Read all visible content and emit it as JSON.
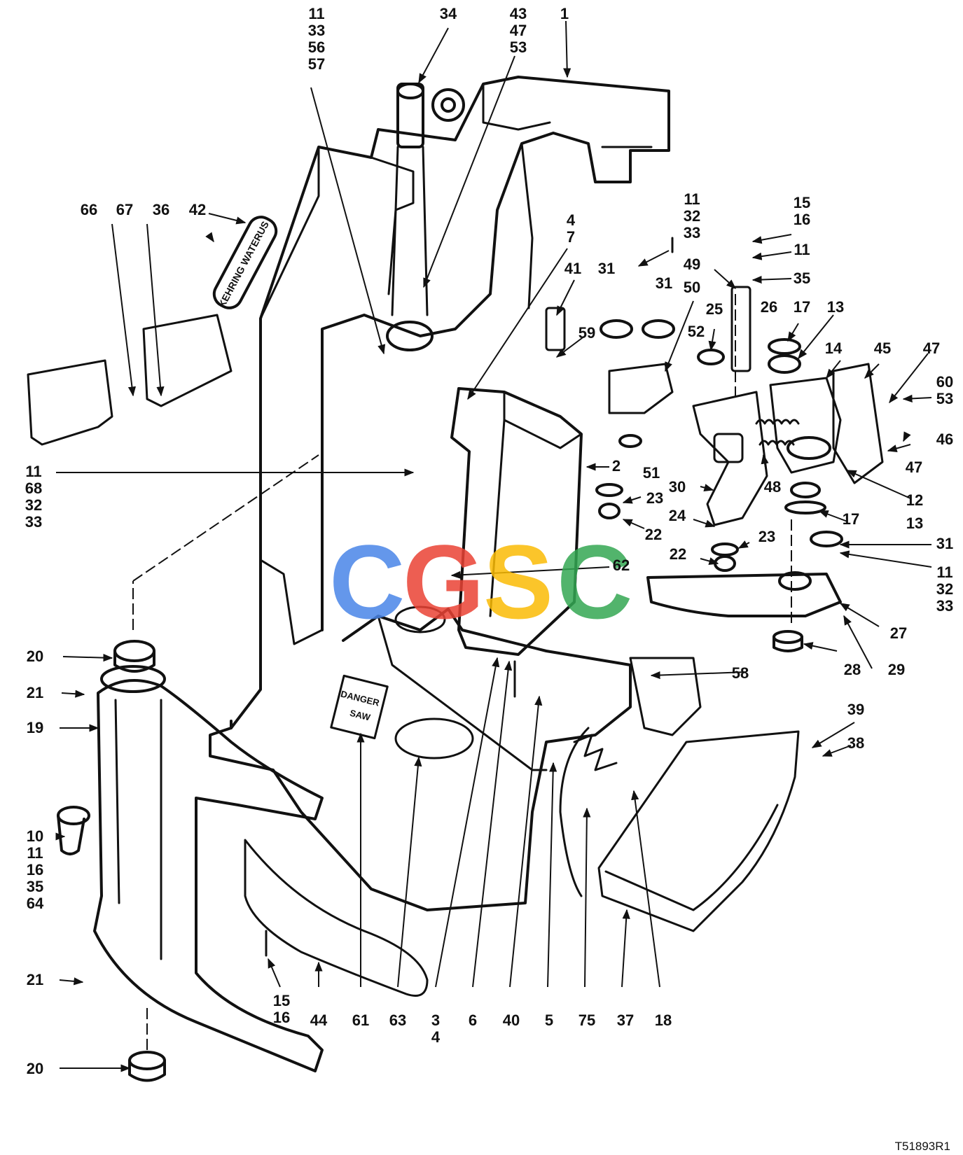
{
  "figure_ref": "T51893R1",
  "watermark": {
    "letters": [
      "C",
      "G",
      "S",
      "C"
    ],
    "colors": [
      "#4a86e8",
      "#ea4335",
      "#fbbc05",
      "#34a853"
    ]
  },
  "decals": {
    "nameplate": "KEHRING WATERUS",
    "danger_line1": "DANGER",
    "danger_line2": "SAW"
  },
  "callouts": {
    "c_top_a": [
      "11",
      "33",
      "56",
      "57"
    ],
    "c_top_b": [
      "34"
    ],
    "c_top_c": [
      "43",
      "47",
      "53"
    ],
    "c_top_d": [
      "1"
    ],
    "c_plate": [
      "66",
      "67",
      "36",
      "42"
    ],
    "c_47": [
      "4",
      "7"
    ],
    "c_41": [
      "41"
    ],
    "c_59": [
      "59"
    ],
    "c_left_a": [
      "11",
      "68",
      "32",
      "33"
    ],
    "c_2": [
      "2"
    ],
    "c_mid_a": [
      "11",
      "32",
      "33"
    ],
    "c_31a": [
      "31"
    ],
    "c_31b": [
      "31"
    ],
    "c_49": [
      "49"
    ],
    "c_50": [
      "50"
    ],
    "c_1516": [
      "15",
      "16"
    ],
    "c_11a": [
      "11"
    ],
    "c_35a": [
      "35"
    ],
    "c_52": [
      "52"
    ],
    "c_25": [
      "25"
    ],
    "c_26": [
      "26"
    ],
    "c_17a": [
      "17"
    ],
    "c_13a": [
      "13"
    ],
    "c_14": [
      "14"
    ],
    "c_45": [
      "45"
    ],
    "c_47a": [
      "47"
    ],
    "c_6053": [
      "60",
      "53"
    ],
    "c_46": [
      "46"
    ],
    "c_47b": [
      "47"
    ],
    "c_51": [
      "51"
    ],
    "c_23a": [
      "23"
    ],
    "c_22a": [
      "22"
    ],
    "c_30": [
      "30"
    ],
    "c_48": [
      "48"
    ],
    "c_12": [
      "12"
    ],
    "c_24": [
      "24"
    ],
    "c_17b": [
      "17"
    ],
    "c_13b": [
      "13"
    ],
    "c_23b": [
      "23"
    ],
    "c_22b": [
      "22"
    ],
    "c_31c": [
      "31"
    ],
    "c_113233": [
      "11",
      "32",
      "33"
    ],
    "c_62": [
      "62"
    ],
    "c_27": [
      "27"
    ],
    "c_20a": [
      "20"
    ],
    "c_21a": [
      "21"
    ],
    "c_19": [
      "19"
    ],
    "c_28": [
      "28"
    ],
    "c_29": [
      "29"
    ],
    "c_58": [
      "58"
    ],
    "c_39": [
      "39"
    ],
    "c_38": [
      "38"
    ],
    "c_10": [
      "10",
      "11",
      "16",
      "35",
      "64"
    ],
    "c_21b": [
      "21"
    ],
    "c_20b": [
      "20"
    ],
    "c_b1516": [
      "15",
      "16"
    ],
    "c_44": [
      "44"
    ],
    "c_61": [
      "61"
    ],
    "c_63": [
      "63"
    ],
    "c_34b": [
      "3",
      "4"
    ],
    "c_6": [
      "6"
    ],
    "c_40": [
      "40"
    ],
    "c_5": [
      "5"
    ],
    "c_75": [
      "75"
    ],
    "c_37": [
      "37"
    ],
    "c_18": [
      "18"
    ]
  }
}
